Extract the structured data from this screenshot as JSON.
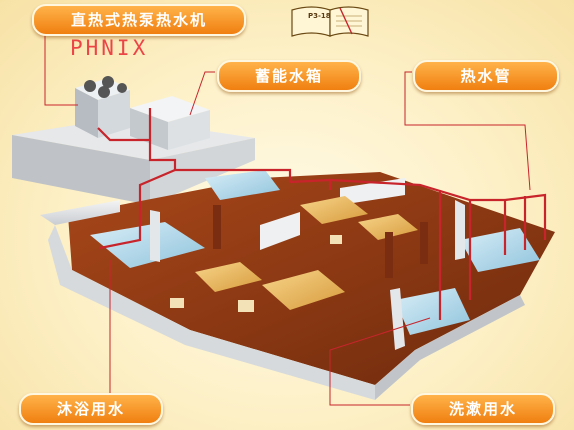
{
  "labels": {
    "heat_pump": "直热式热泵热水机",
    "storage_tank": "蓄能水箱",
    "hot_water_pipe": "热水管",
    "shower": "沐浴用水",
    "wash": "洗漱用水"
  },
  "brand": "PHNIX",
  "book_tag": "P3-18",
  "colors": {
    "label_fill": "#f28a1c",
    "pipe": "#c8242b",
    "brand": "#ec4548",
    "floor": "#8b3a12",
    "background": "#fdf0c6"
  }
}
